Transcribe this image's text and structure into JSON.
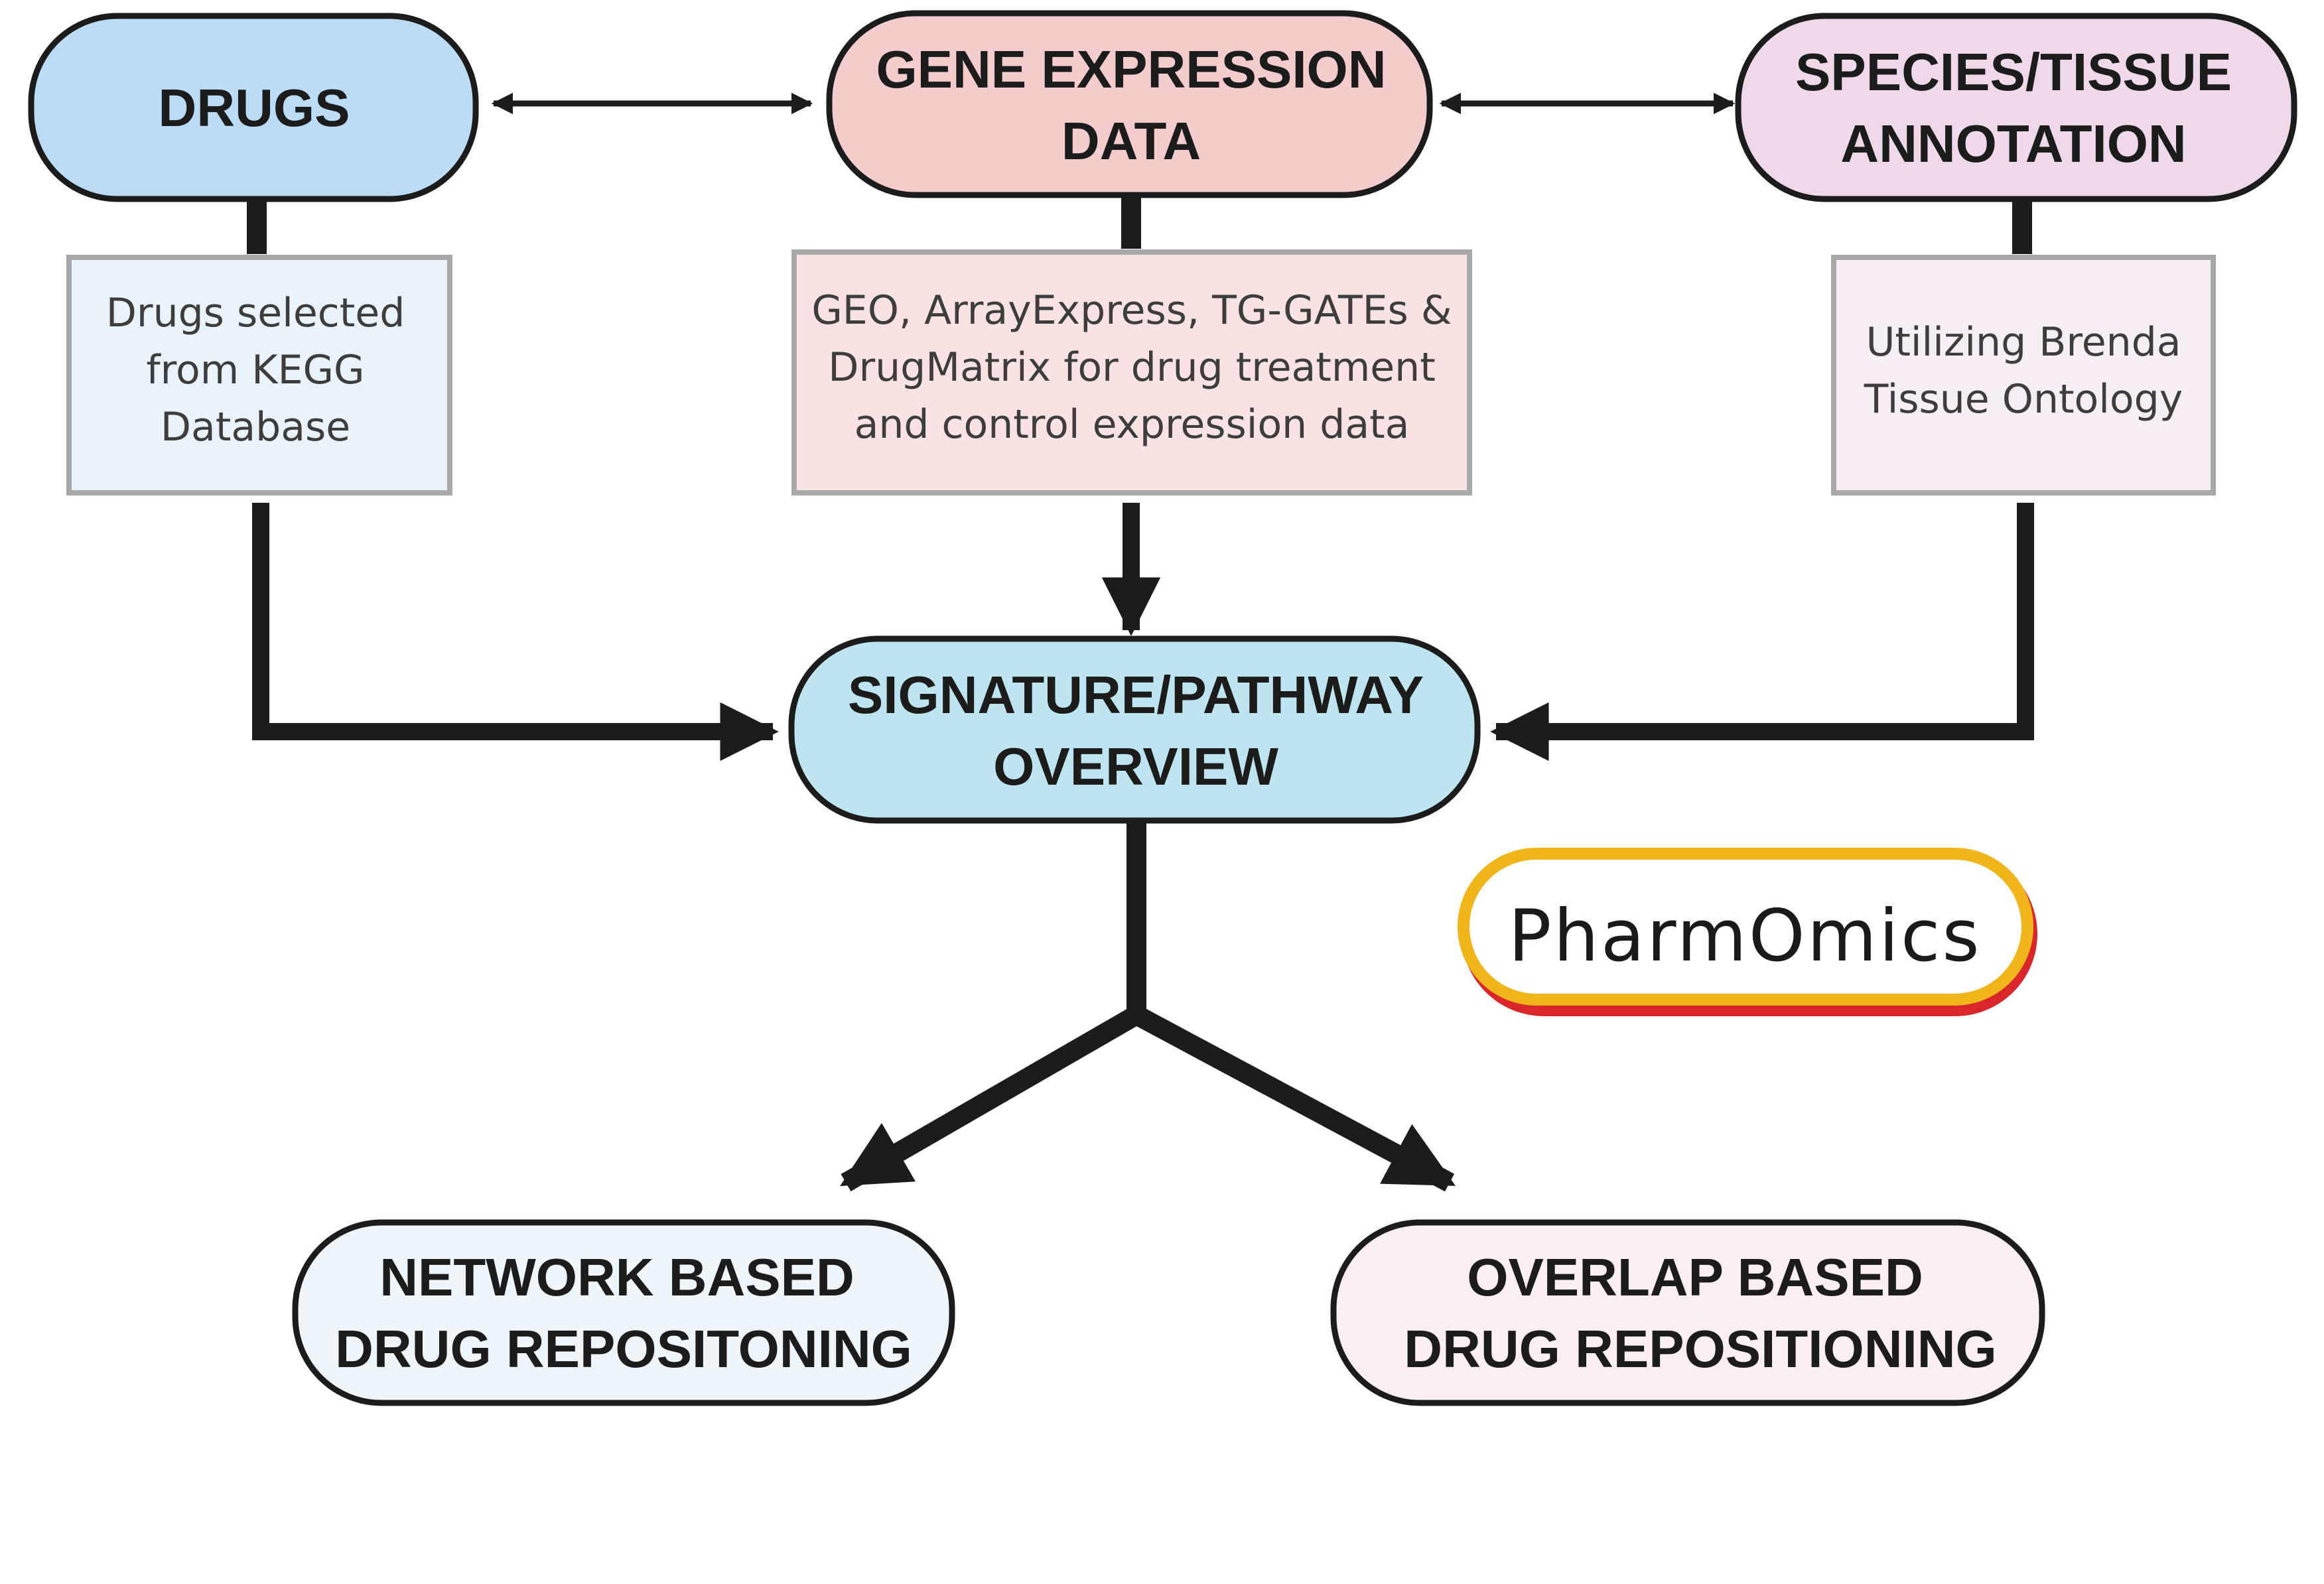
{
  "nodes": {
    "drugs": {
      "title_lines": [
        "DRUGS"
      ]
    },
    "gene_expression": {
      "title_lines": [
        "GENE EXPRESSION",
        "DATA"
      ]
    },
    "species_tissue": {
      "title_lines": [
        "SPECIES/TISSUE",
        "ANNOTATION"
      ]
    },
    "signature_pathway": {
      "title_lines": [
        "SIGNATURE/PATHWAY",
        "OVERVIEW"
      ]
    },
    "network_based": {
      "title_lines": [
        "NETWORK BASED",
        "DRUG REPOSITONING"
      ]
    },
    "overlap_based": {
      "title_lines": [
        "OVERLAP BASED",
        "DRUG REPOSITIONING"
      ]
    }
  },
  "notes": {
    "drugs": {
      "lines": [
        "Drugs selected",
        "from KEGG",
        "Database"
      ]
    },
    "gene_expression": {
      "lines": [
        "GEO, ArrayExpress, TG-GATEs &",
        "DrugMatrix for drug treatment",
        "and control expression data"
      ]
    },
    "species_tissue": {
      "lines": [
        "Utilizing Brenda",
        "Tissue Ontology"
      ]
    }
  },
  "logo": {
    "text": "PharmOmics"
  },
  "colors": {
    "drugs_fill": "#bbdcf4",
    "drugs_note_fill": "#e9f3fc",
    "gene_fill": "#f4cccc",
    "gene_note_fill": "#f8e2e2",
    "species_fill": "#eed8ea",
    "species_note_fill": "#f7edf5",
    "signature_fill": "#bde4ef",
    "network_fill": "#eef6fc",
    "overlap_fill": "#fbeef4",
    "outline": "#1c1c1c",
    "note_border": "#a8a8a8",
    "logo_yellow": "#f1b51c",
    "logo_red": "#d8262a"
  }
}
